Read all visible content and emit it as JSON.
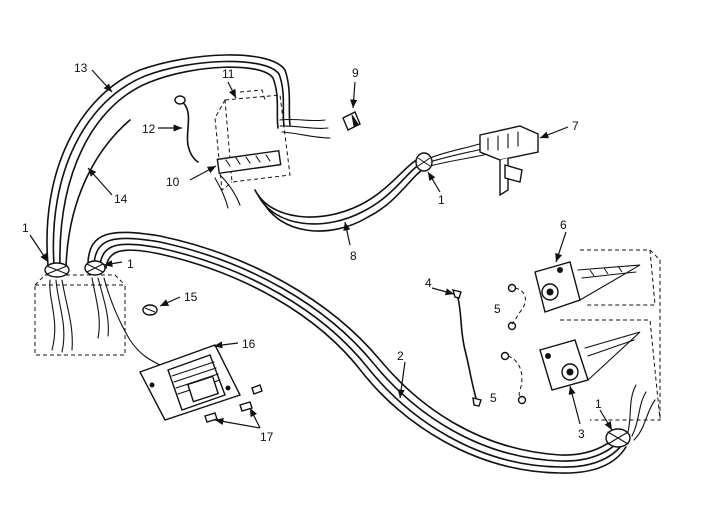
{
  "callouts": {
    "c1a": "1",
    "c1b": "1",
    "c1c": "1",
    "c1d": "1",
    "c2": "2",
    "c3": "3",
    "c4": "4",
    "c5a": "5",
    "c5b": "5",
    "c6": "6",
    "c7": "7",
    "c8": "8",
    "c9": "9",
    "c10": "10",
    "c11": "11",
    "c12": "12",
    "c13": "13",
    "c14": "14",
    "c15": "15",
    "c16": "16",
    "c17": "17"
  }
}
